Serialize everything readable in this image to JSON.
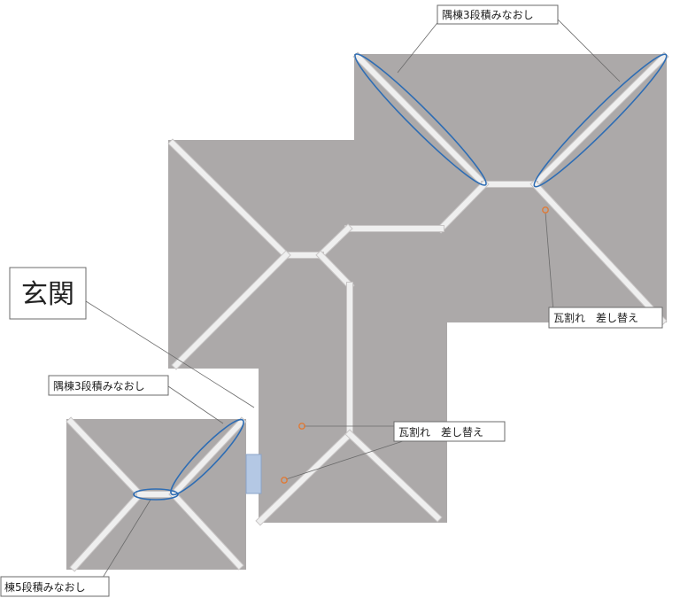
{
  "colors": {
    "roof": "#aca9a9",
    "ridge_fill": "#efefef",
    "ridge_stroke": "#c9c6c6",
    "highlight": "#2e6db4",
    "mark": "#e07a36",
    "entrance_step": "#b4c8e4",
    "leader": "#6b6b6b"
  },
  "labels": {
    "hip_ridge_main": "隅棟3段積みなおし",
    "tile_replace_right": "瓦割れ　差し替え",
    "entrance": "玄関",
    "hip_ridge_porch": "隅棟3段積みなおし",
    "tile_replace_center": "瓦割れ　差し替え",
    "ridge_porch": "棟5段積みなおし"
  }
}
